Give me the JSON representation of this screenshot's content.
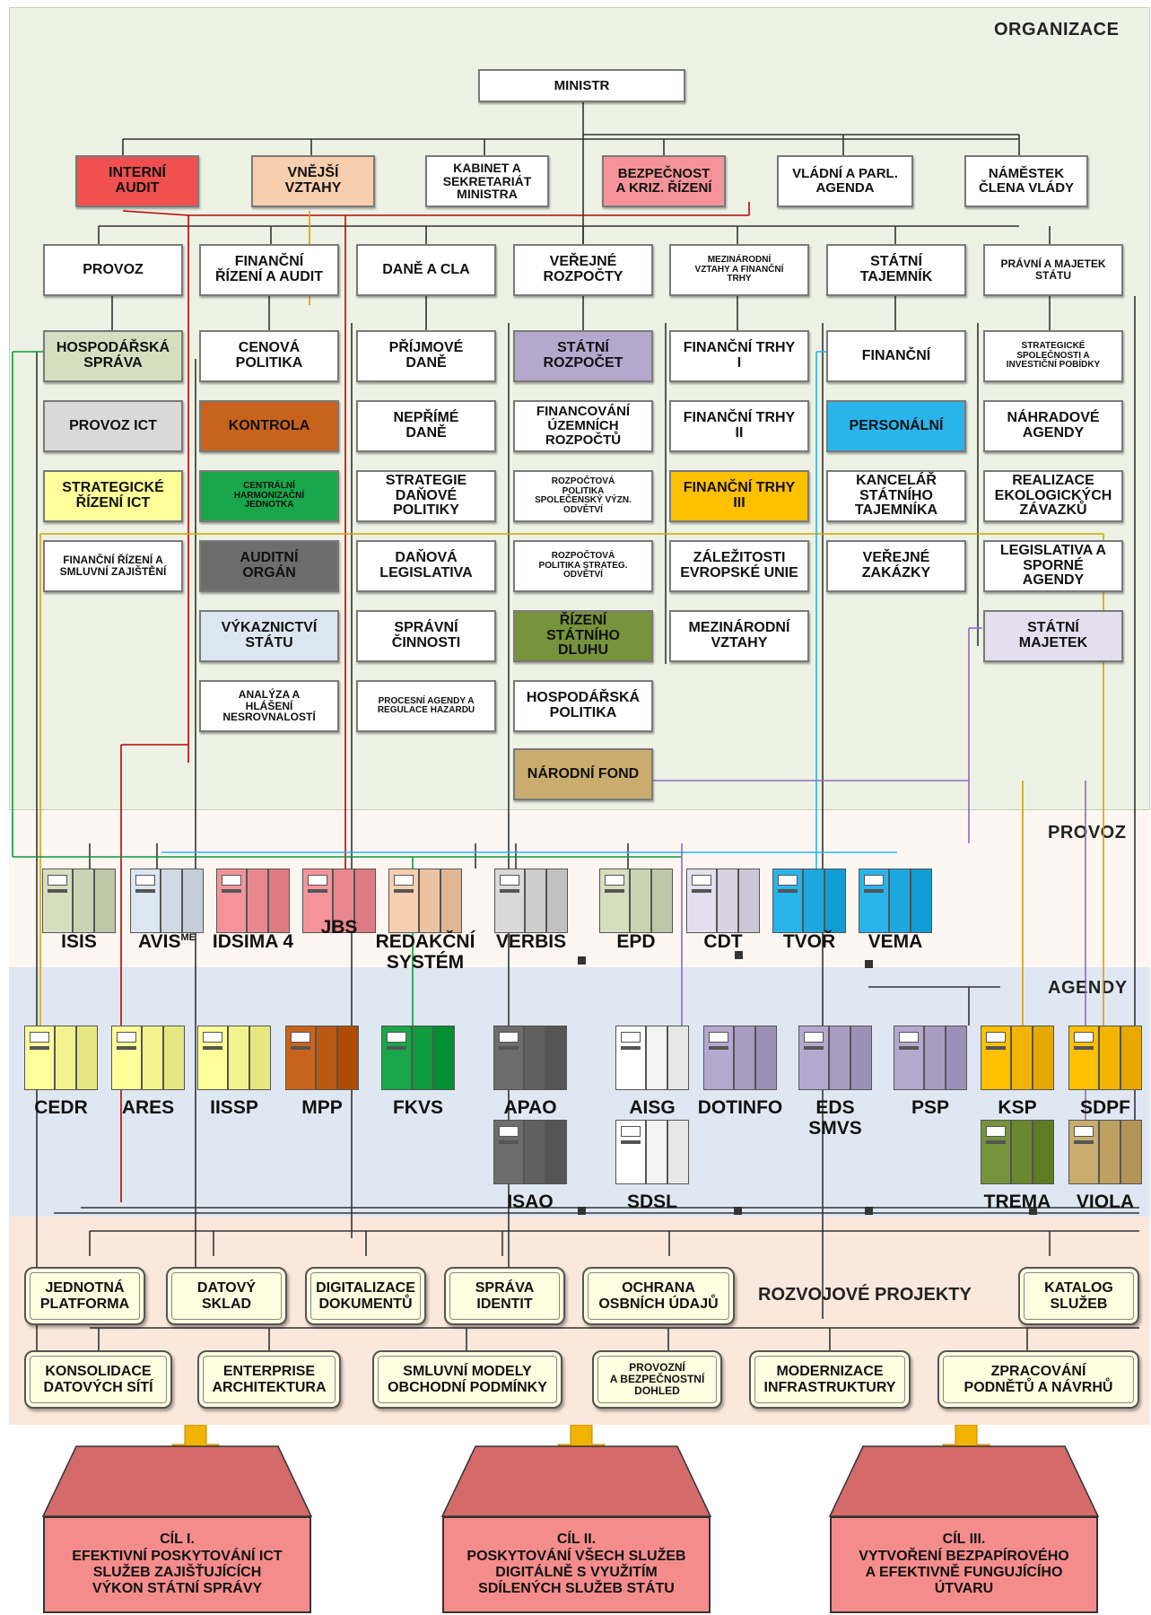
{
  "sections": {
    "organizace": "ORGANIZACE",
    "provoz": "PROVOZ",
    "agendy": "AGENDY",
    "rozvojove_projekty": "ROZVOJOVÉ PROJEKTY"
  },
  "colors": {
    "org_band": "#edf2e4",
    "provoz_band": "#fdf6f1",
    "agendy_band": "#dfe8f2",
    "projekty_band": "#fbe8dc",
    "red": "#f0504f",
    "peach": "#f8cfae",
    "pink": "#f4949a",
    "olive_light": "#d6dec0",
    "gray_light": "#d9d9d9",
    "yellow_light": "#ffff99",
    "orange_dark": "#c8631e",
    "green": "#1aa64a",
    "gray_dark": "#6d6d6d",
    "blue_light": "#dce6f1",
    "lavender": "#b5a8cf",
    "olive_dark": "#77933c",
    "khaki": "#c9ac6e",
    "gold": "#ffc000",
    "cyan": "#29b4ec",
    "lavender_light": "#e4dfee",
    "goal_pink": "#f58c8c",
    "arrow_gold": "#f2b300"
  },
  "org": {
    "minister": "MINISTR",
    "row1": [
      {
        "label": "INTERNÍ\nAUDIT"
      },
      {
        "label": "VNĚJŠÍ\nVZTAHY"
      },
      {
        "label": "KABINET A\nSEKRETARIÁT\nMINISTRA"
      },
      {
        "label": "BEZPEČNOST\nA KRIZ. ŘÍZENÍ"
      },
      {
        "label": "VLÁDNÍ A PARL.\nAGENDA"
      },
      {
        "label": "NÁMĚSTEK\nČLENA VLÁDY"
      }
    ],
    "deputies": [
      {
        "label": "PROVOZ"
      },
      {
        "label": "FINANČNÍ\nŘÍZENÍ A AUDIT"
      },
      {
        "label": "DANĚ A CLA"
      },
      {
        "label": "VEŘEJNÉ\nROZPOČTY"
      },
      {
        "label": "MEZINÁRODNÍ\nVZTAHY A FINANČNÍ\nTRHY"
      },
      {
        "label": "STÁTNÍ\nTAJEMNÍK"
      },
      {
        "label": "PRÁVNÍ A MAJETEK\nSTÁTU"
      }
    ],
    "columns": [
      [
        {
          "label": "HOSPODÁŘSKÁ\nSPRÁVA"
        },
        {
          "label": "PROVOZ ICT"
        },
        {
          "label": "STRATEGICKÉ\nŘÍZENÍ ICT"
        },
        {
          "label": "FINANČNÍ ŘÍZENÍ A\nSMLUVNÍ ZAJIŠTĚNÍ"
        }
      ],
      [
        {
          "label": "CENOVÁ\nPOLITIKA"
        },
        {
          "label": "KONTROLA"
        },
        {
          "label": "CENTRÁLNÍ\nHARMONIZAČNÍ\nJEDNOTKA"
        },
        {
          "label": "AUDITNÍ\nORGÁN"
        },
        {
          "label": "VÝKAZNICTVÍ\nSTÁTU"
        },
        {
          "label": "ANALÝZA A\nHLÁŠENÍ\nNESROVNALOSTÍ"
        }
      ],
      [
        {
          "label": "PŘÍJMOVÉ\nDANĚ"
        },
        {
          "label": "NEPŘÍMÉ\nDANĚ"
        },
        {
          "label": "STRATEGIE\nDAŇOVÉ\nPOLITIKY"
        },
        {
          "label": "DAŇOVÁ\nLEGISLATIVA"
        },
        {
          "label": "SPRÁVNÍ\nČINNOSTI"
        },
        {
          "label": "PROCESNÍ AGENDY A\nREGULACE HAZARDU"
        }
      ],
      [
        {
          "label": "STÁTNÍ\nROZPOČET"
        },
        {
          "label": "FINANCOVÁNÍ\nÚZEMNÍCH\nROZPOČTŮ"
        },
        {
          "label": "ROZPOČTOVÁ\nPOLITIKA\nSPOLEČENSKÝ VÝZN.\nODVĚTVÍ"
        },
        {
          "label": "ROZPOČTOVÁ\nPOLITIKA STRATEG.\nODVĚTVÍ"
        },
        {
          "label": "ŘÍZENÍ\nSTÁTNÍHO\nDLUHU"
        },
        {
          "label": "HOSPODÁŘSKÁ\nPOLITIKA"
        },
        {
          "label": "NÁRODNÍ FOND"
        }
      ],
      [
        {
          "label": "FINANČNÍ TRHY\nI"
        },
        {
          "label": "FINANČNÍ TRHY\nII"
        },
        {
          "label": "FINANČNÍ TRHY\nIII"
        },
        {
          "label": "ZÁLEŽITOSTI\nEVROPSKÉ UNIE"
        },
        {
          "label": "MEZINÁRODNÍ\nVZTAHY"
        }
      ],
      [
        {
          "label": "FINANČNÍ"
        },
        {
          "label": "PERSONÁLNÍ"
        },
        {
          "label": "KANCELÁŘ\nSTÁTNÍHO\nTAJEMNÍKA"
        },
        {
          "label": "VEŘEJNÉ\nZAKÁZKY"
        }
      ],
      [
        {
          "label": "STRATEGICKÉ\nSPOLEČNOSTI A\nINVESTIČNÍ POBÍDKY"
        },
        {
          "label": "NÁHRADOVÉ\nAGENDY"
        },
        {
          "label": "REALIZACE\nEKOLOGICKÝCH\nZÁVAZKŮ"
        },
        {
          "label": "LEGISLATIVA A\nSPORNÉ\nAGENDY"
        },
        {
          "label": "STÁTNÍ\nMAJETEK"
        }
      ]
    ]
  },
  "provoz_systems": [
    {
      "label": "ISIS",
      "color": "#d6dec0"
    },
    {
      "label": "AVIS",
      "sup": "ME",
      "color": "#dce6f1"
    },
    {
      "label": "IDSIMA 4",
      "color": "#f4949a"
    },
    {
      "label": "JBS",
      "color": "#f4949a"
    },
    {
      "label": "REDAKČNÍ\nSYSTÉM",
      "color": "#f8cfae"
    },
    {
      "label": "VERBIS",
      "color": "#d9d9d9"
    },
    {
      "label": "EPD",
      "color": "#d6dec0"
    },
    {
      "label": "CDT",
      "color": "#e4dfee"
    },
    {
      "label": "TVOŘ",
      "color": "#29b4ec"
    },
    {
      "label": "VEMA",
      "color": "#29b4ec"
    }
  ],
  "agendy_systems": [
    {
      "label": "CEDR",
      "color": "#ffff99"
    },
    {
      "label": "ARES",
      "color": "#ffff99"
    },
    {
      "label": "IISSP",
      "color": "#ffff99"
    },
    {
      "label": "MPP",
      "color": "#c8631e"
    },
    {
      "label": "FKVS",
      "color": "#1aa64a"
    },
    {
      "label": "APAO",
      "color": "#6d6d6d"
    },
    {
      "label": "AISG",
      "color": "#ffffff"
    },
    {
      "label": "DOTINFO",
      "color": "#b5a8cf"
    },
    {
      "label": "EDS\nSMVS",
      "color": "#b5a8cf"
    },
    {
      "label": "PSP",
      "color": "#b5a8cf"
    },
    {
      "label": "KSP",
      "color": "#ffc000"
    },
    {
      "label": "SDPF",
      "color": "#ffc000"
    },
    {
      "label": "ISAO",
      "color": "#6d6d6d"
    },
    {
      "label": "SDSL",
      "color": "#ffffff"
    },
    {
      "label": "TREMA",
      "color": "#77933c"
    },
    {
      "label": "VIOLA",
      "color": "#c9ac6e"
    }
  ],
  "projects_row1": [
    {
      "label": "JEDNOTNÁ\nPLATFORMA"
    },
    {
      "label": "DATOVÝ\nSKLAD"
    },
    {
      "label": "DIGITALIZACE\nDOKUMENTŮ"
    },
    {
      "label": "SPRÁVA\nIDENTIT"
    },
    {
      "label": "OCHRANA\nOSBNÍCH ÚDAJŮ"
    },
    {
      "label": "KATALOG\nSLUŽEB"
    }
  ],
  "projects_row2": [
    {
      "label": "KONSOLIDACE\nDATOVÝCH SÍTÍ"
    },
    {
      "label": "ENTERPRISE\nARCHITEKTURA"
    },
    {
      "label": "SMLUVNÍ MODELY\nOBCHODNÍ PODMÍNKY"
    },
    {
      "label": "PROVOZNÍ\nA BEZPEČNOSTNÍ\nDOHLED"
    },
    {
      "label": "MODERNIZACE\nINFRASTRUKTURY"
    },
    {
      "label": "ZPRACOVÁNÍ\nPODNĚTŮ A NÁVRHŮ"
    }
  ],
  "goals": [
    {
      "label": "CÍL I.\nEFEKTIVNÍ POSKYTOVÁNÍ ICT\nSLUŽEB ZAJIŠŤUJÍCÍCH\nVÝKON STÁTNÍ SPRÁVY"
    },
    {
      "label": "CÍL II.\nPOSKYTOVÁNÍ VŠECH SLUŽEB\nDIGITÁLNĚ S VYUŽITÍM\nSDÍLENÝCH SLUŽEB STÁTU"
    },
    {
      "label": "CÍL III.\nVYTVOŘENÍ BEZPAPÍROVÉHO\nA EFEKTIVNĚ FUNGUJÍCÍHO\nÚTVARU"
    }
  ]
}
